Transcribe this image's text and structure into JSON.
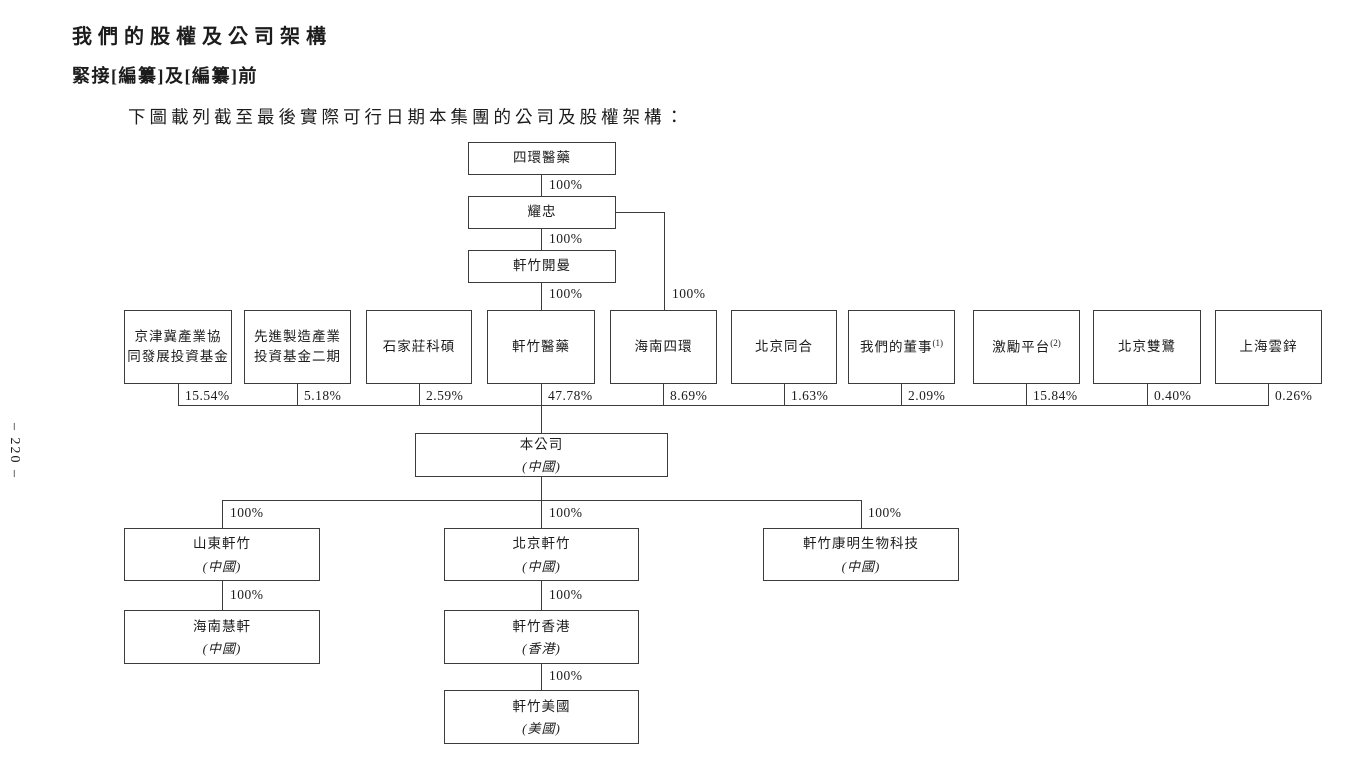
{
  "page": {
    "title": "我們的股權及公司架構",
    "subtitle": "緊接[編纂]及[編纂]前",
    "intro": "下圖載列截至最後實際可行日期本集團的公司及股權架構：",
    "page_number": "– 220 –"
  },
  "chart_data": {
    "type": "org_chart",
    "nodes": {
      "sihuan": {
        "name": "四環醫藥"
      },
      "yaozhong": {
        "name": "耀忠"
      },
      "xuanzhu_cayman": {
        "name": "軒竹開曼"
      },
      "company": {
        "name": "本公司",
        "jurisdiction": "(中國)"
      },
      "shandong_xuanzhu": {
        "name": "山東軒竹",
        "jurisdiction": "(中國)"
      },
      "beijing_xuanzhu": {
        "name": "北京軒竹",
        "jurisdiction": "(中國)"
      },
      "xuanzhu_kangming": {
        "name": "軒竹康明生物科技",
        "jurisdiction": "(中國)"
      },
      "hainan_huixuan": {
        "name": "海南慧軒",
        "jurisdiction": "(中國)"
      },
      "xuanzhu_hk": {
        "name": "軒竹香港",
        "jurisdiction": "(香港)"
      },
      "xuanzhu_us": {
        "name": "軒竹美國",
        "jurisdiction": "(美國)"
      }
    },
    "shareholders": [
      {
        "name": "京津冀產業協\n同發展投資基金",
        "pct": "15.54%"
      },
      {
        "name": "先進製造產業\n投資基金二期",
        "pct": "5.18%"
      },
      {
        "name": "石家莊科碩",
        "pct": "2.59%"
      },
      {
        "name": "軒竹醫藥",
        "pct": "47.78%"
      },
      {
        "name": "海南四環",
        "pct": "8.69%"
      },
      {
        "name": "北京同合",
        "pct": "1.63%"
      },
      {
        "name": "我們的董事",
        "note": "(1)",
        "pct": "2.09%"
      },
      {
        "name": "激勵平台",
        "note": "(2)",
        "pct": "15.84%"
      },
      {
        "name": "北京雙鷺",
        "pct": "0.40%"
      },
      {
        "name": "上海雲鋅",
        "pct": "0.26%"
      }
    ],
    "edge_labels": {
      "sihuan_to_yaozhong": "100%",
      "yaozhong_to_cayman": "100%",
      "cayman_to_xuanzhu_pharma": "100%",
      "yaozhong_to_hainan_sihuan": "100%",
      "company_to_shandong": "100%",
      "company_to_beijing": "100%",
      "company_to_kangming": "100%",
      "shandong_to_huixuan": "100%",
      "beijing_to_hk": "100%",
      "hk_to_us": "100%"
    }
  }
}
